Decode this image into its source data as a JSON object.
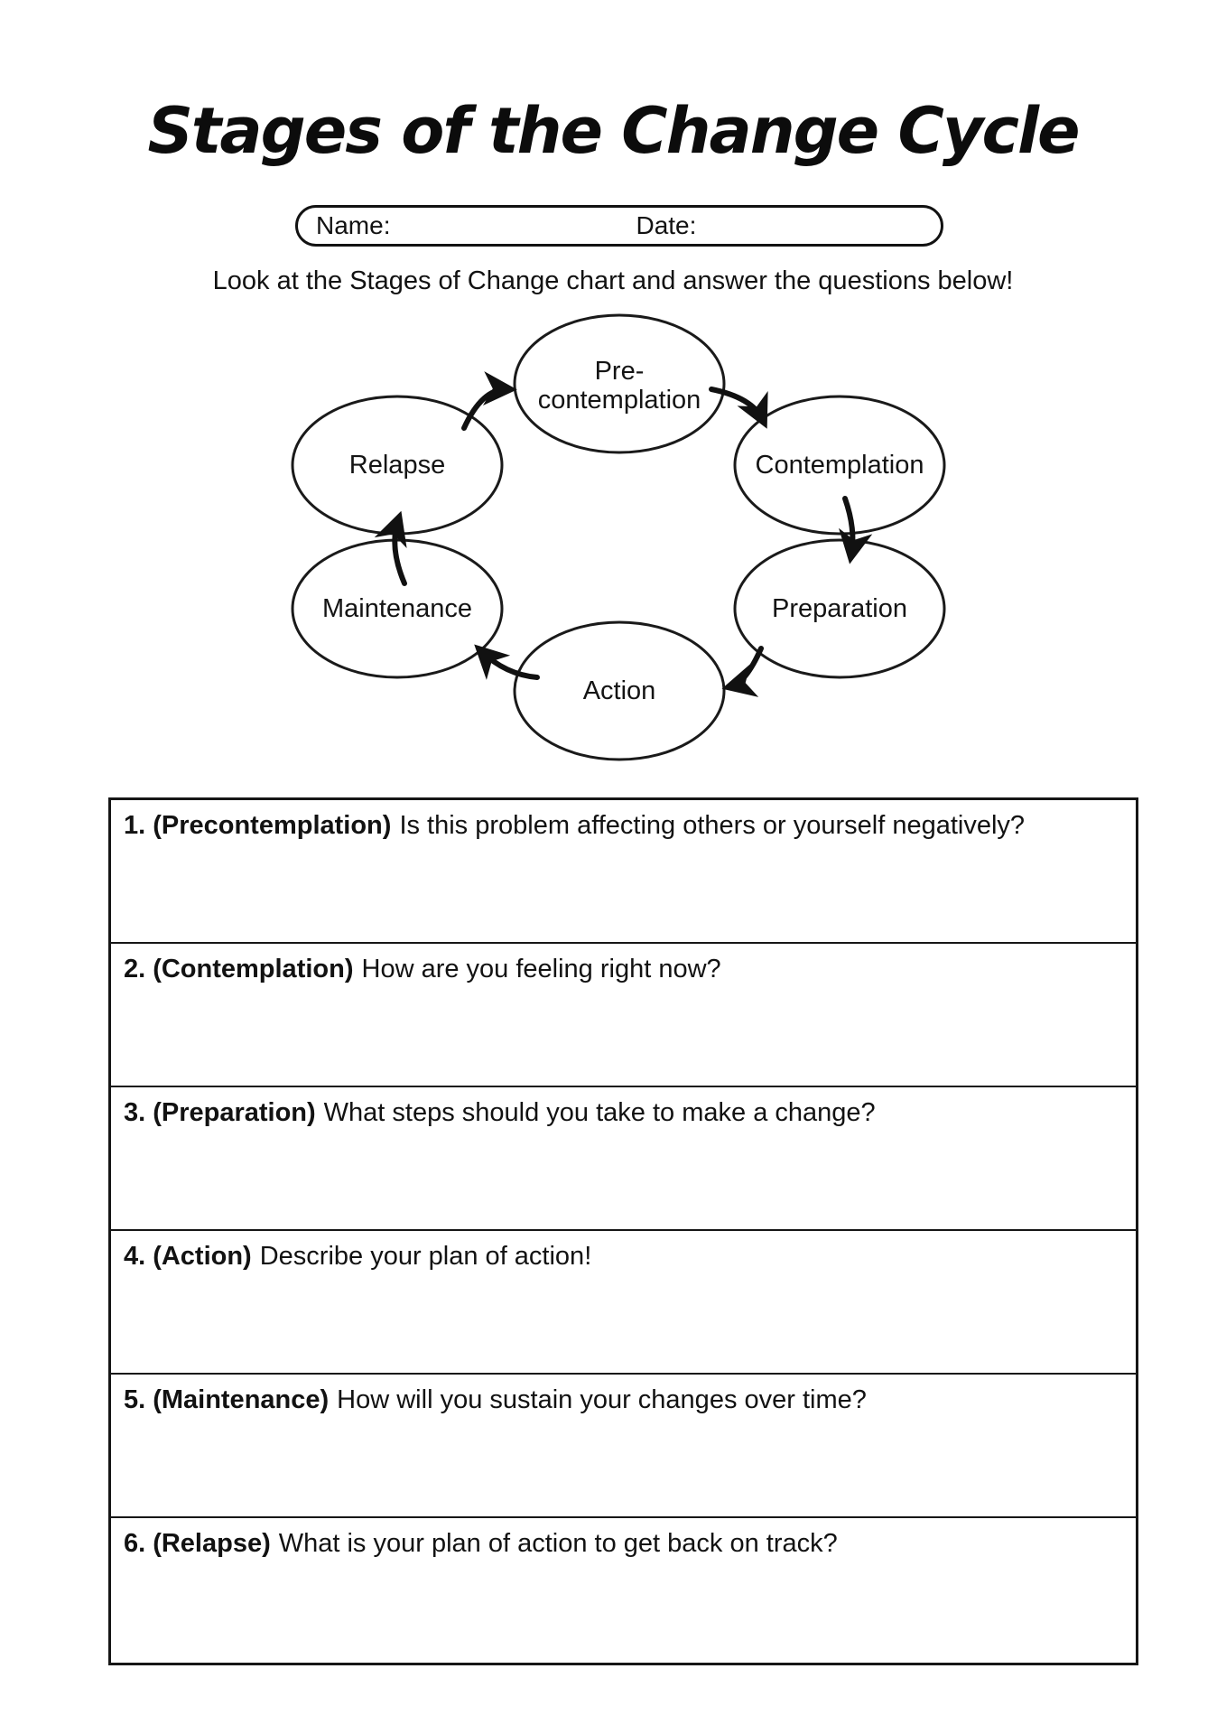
{
  "header": {
    "title": "Stages of the Change Cycle"
  },
  "name_box": {
    "name_label": "Name:",
    "date_label": "Date:"
  },
  "instruction": "Look at the Stages of Change chart and answer the questions below!",
  "diagram": {
    "type": "cycle",
    "stages": [
      {
        "label": "Pre-contemplation",
        "line1": "Pre-",
        "line2": "contemplation"
      },
      {
        "label": "Contemplation"
      },
      {
        "label": "Preparation"
      },
      {
        "label": "Action"
      },
      {
        "label": "Maintenance"
      },
      {
        "label": "Relapse"
      }
    ],
    "connections": [
      {
        "from": "Pre-contemplation",
        "to": "Contemplation"
      },
      {
        "from": "Contemplation",
        "to": "Preparation"
      },
      {
        "from": "Preparation",
        "to": "Action"
      },
      {
        "from": "Action",
        "to": "Maintenance"
      },
      {
        "from": "Maintenance",
        "to": "Relapse"
      },
      {
        "from": "Relapse",
        "to": "Pre-contemplation"
      }
    ]
  },
  "questions": [
    {
      "number": "1.",
      "stage": "(Precontemplation)",
      "text": "Is this problem affecting others or yourself negatively?"
    },
    {
      "number": "2.",
      "stage": "(Contemplation)",
      "text": "How are you feeling right now?"
    },
    {
      "number": "3.",
      "stage": "(Preparation)",
      "text": "What steps should you take to make a change?"
    },
    {
      "number": "4.",
      "stage": "(Action)",
      "text": "Describe your plan of action!"
    },
    {
      "number": "5.",
      "stage": "(Maintenance)",
      "text": "How will you sustain your changes over time?"
    },
    {
      "number": "6.",
      "stage": "(Relapse)",
      "text": "What is your plan of action to get back on track?"
    }
  ],
  "colors": {
    "ink": "#111111",
    "paper": "#ffffff"
  }
}
